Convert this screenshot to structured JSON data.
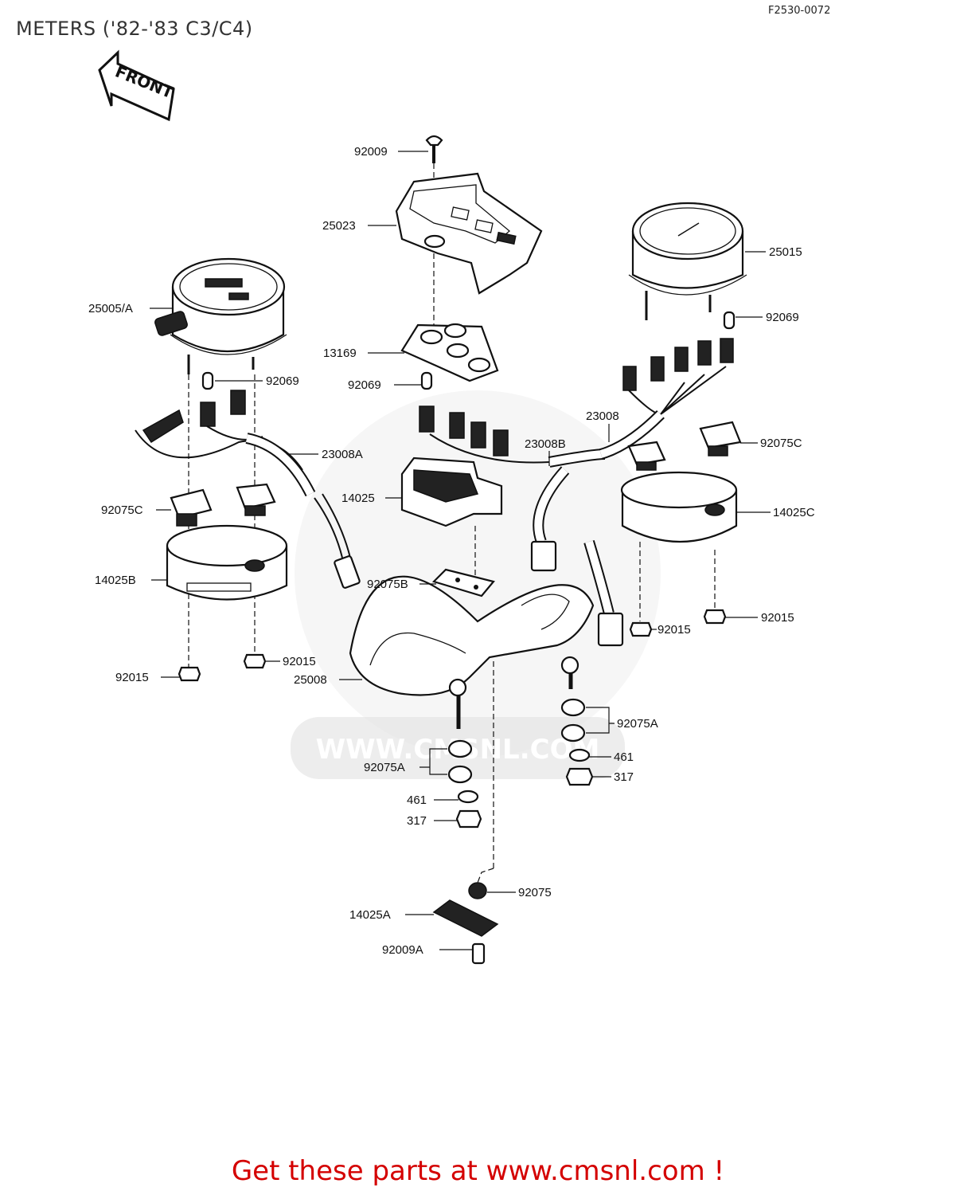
{
  "title": "METERS ('82-'83 C3/C4)",
  "figure_code": "F2530-0072",
  "front_arrow_label": "FRONT",
  "watermark": "WWW.CMSNL.COM",
  "footer": {
    "text": "Get these parts at www.cmsnl.com !",
    "link": "www.cmsnl.com"
  },
  "labels": {
    "p92009": "92009",
    "p25023": "25023",
    "p25015": "25015",
    "p25005A": "25005/A",
    "p13169": "13169",
    "p92069_right": "92069",
    "p92069_center": "92069",
    "p92069_left": "92069",
    "p23008": "23008",
    "p23008B": "23008B",
    "p23008A": "23008A",
    "p92075C_right": "92075C",
    "p92075C_left": "92075C",
    "p14025": "14025",
    "p14025C": "14025C",
    "p14025B": "14025B",
    "p92075B": "92075B",
    "p92015_a": "92015",
    "p92015_b": "92015",
    "p92015_c": "92015",
    "p92015_d": "92015",
    "p25008": "25008",
    "p92075A_right": "92075A",
    "p92075A_left": "92075A",
    "p461_right": "461",
    "p317_right": "317",
    "p461_left": "461",
    "p317_left": "317",
    "p92075": "92075",
    "p14025A": "14025A",
    "p92009A": "92009A"
  }
}
